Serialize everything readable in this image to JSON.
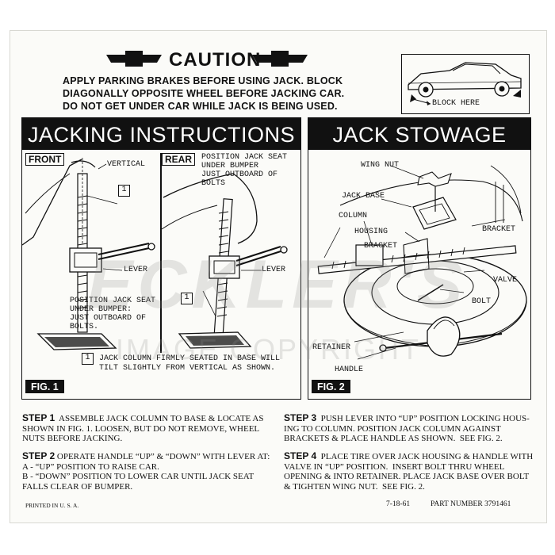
{
  "caution": {
    "title": "CAUTION",
    "lines": [
      "APPLY PARKING BRAKES BEFORE USING JACK. BLOCK",
      "DIAGONALLY OPPOSITE WHEEL BEFORE JACKING CAR.",
      "DO NOT GET UNDER CAR WHILE JACK IS BEING USED."
    ],
    "block_here": "BLOCK HERE"
  },
  "jacking": {
    "header": "JACKING INSTRUCTIONS",
    "front_label": "FRONT",
    "rear_label": "REAR",
    "vertical": "VERTICAL",
    "box1": "1",
    "rear_position": [
      "POSITION JACK SEAT",
      "UNDER BUMPER",
      "JUST OUTBOARD OF",
      "BOLTS"
    ],
    "lever_front": "LEVER",
    "lever_rear": "LEVER",
    "front_position": [
      "POSITION JACK SEAT",
      "UNDER BUMPER:",
      "JUST OUTBOARD OF",
      "BOLTS."
    ],
    "note": [
      "JACK COLUMN FIRMLY SEATED IN BASE WILL",
      "TILT SLIGHTLY FROM VERTICAL AS SHOWN."
    ],
    "fig": "FIG. 1"
  },
  "stowage": {
    "header": "JACK STOWAGE",
    "labels": {
      "wing_nut": "WING NUT",
      "jack_base": "JACK BASE",
      "column": "COLUMN",
      "housing": "HOUSING",
      "bracket_mid": "BRACKET",
      "bracket_right": "BRACKET",
      "valve": "VALVE",
      "bolt": "BOLT",
      "retainer": "RETAINER",
      "handle": "HANDLE"
    },
    "fig": "FIG. 2"
  },
  "steps": {
    "step1_label": "STEP 1",
    "step1_lines": [
      "  ASSEMBLE JACK COLUMN TO BASE & LOCATE AS",
      "SHOWN IN FIG. 1. LOOSEN, BUT DO NOT REMOVE, WHEEL",
      "NUTS BEFORE JACKING."
    ],
    "step2_label": "STEP 2",
    "step2_lines": [
      " OPERATE HANDLE “UP” & “DOWN” WITH LEVER AT:",
      "A - “UP” POSITION TO RAISE CAR.",
      "B - “DOWN” POSITION TO LOWER CAR UNTIL JACK SEAT",
      "FALLS CLEAR OF BUMPER."
    ],
    "step3_label": "STEP 3",
    "step3_lines": [
      "  PUSH LEVER INTO “UP” POSITION LOCKING HOUS-",
      "ING TO COLUMN. POSITION JACK COLUMN AGAINST",
      "BRACKETS & PLACE HANDLE AS SHOWN.  SEE FIG. 2."
    ],
    "step4_label": "STEP 4",
    "step4_lines": [
      "  PLACE TIRE OVER JACK HOUSING & HANDLE WITH",
      "VALVE IN “UP” POSITION.  INSERT BOLT THRU WHEEL",
      "OPENING & INTO RETAINER. PLACE JACK BASE OVER BOLT",
      "& TIGHTEN WING NUT.  SEE FIG. 2."
    ]
  },
  "footer": {
    "printed": "PRINTED IN U. S. A.",
    "date": "7-18-61",
    "part": "PART NUMBER 3791461"
  },
  "watermark": {
    "line1": "ECKLER'S",
    "line2": "IMAGE COPYRIGHT"
  }
}
